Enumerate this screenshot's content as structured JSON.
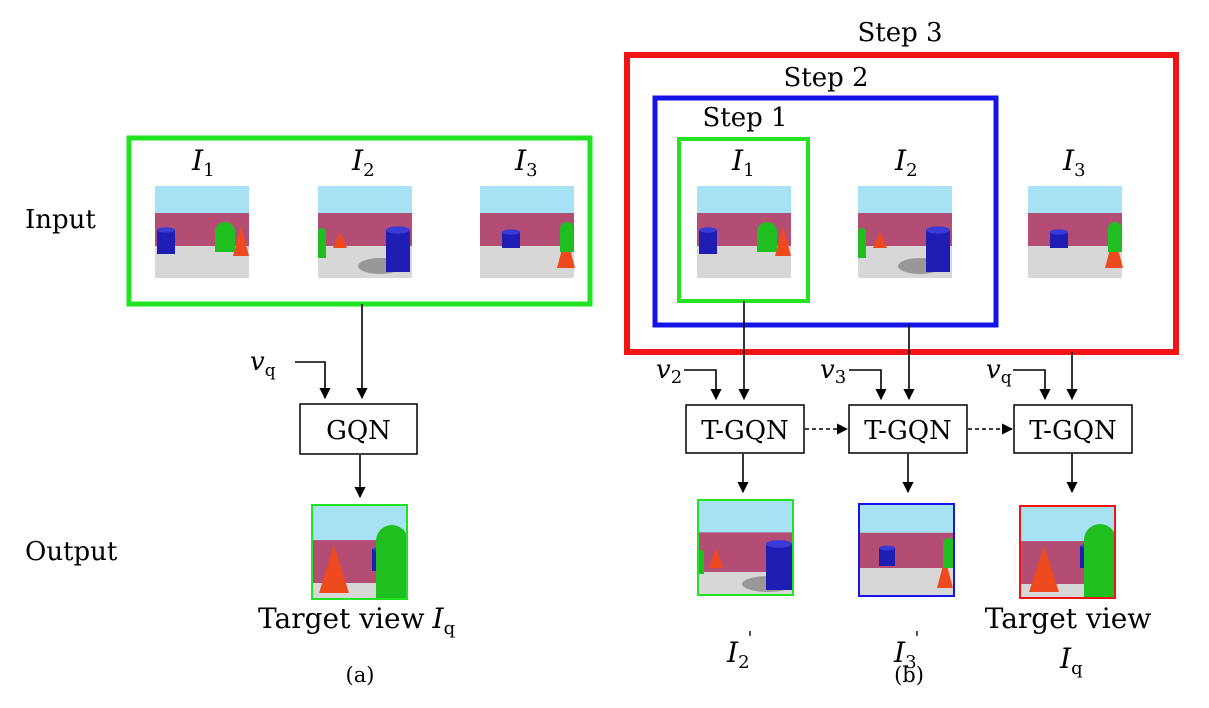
{
  "row_labels": {
    "input": "Input",
    "output": "Output"
  },
  "panel_a": {
    "inputs": [
      {
        "symbol": "I",
        "sub": "1"
      },
      {
        "symbol": "I",
        "sub": "2"
      },
      {
        "symbol": "I",
        "sub": "3"
      }
    ],
    "query": {
      "symbol": "v",
      "sub": "q"
    },
    "model": "GQN",
    "target_prefix": "Target view",
    "target_symbol": "I",
    "target_sub": "q",
    "caption": "(a)",
    "group_color": "#22e322"
  },
  "panel_b": {
    "steps": [
      {
        "label": "Step 1",
        "color": "#22e322"
      },
      {
        "label": "Step 2",
        "color": "#1414e6"
      },
      {
        "label": "Step 3",
        "color": "#f01414"
      }
    ],
    "inputs": [
      {
        "symbol": "I",
        "sub": "1"
      },
      {
        "symbol": "I",
        "sub": "2"
      },
      {
        "symbol": "I",
        "sub": "3"
      }
    ],
    "model": "T-GQN",
    "queries": [
      {
        "symbol": "v",
        "sub": "2"
      },
      {
        "symbol": "v",
        "sub": "3"
      },
      {
        "symbol": "v",
        "sub": "q"
      }
    ],
    "outputs": [
      {
        "symbol": "I",
        "sub": "2",
        "sup": "'"
      },
      {
        "symbol": "I",
        "sub": "3",
        "sup": "'"
      }
    ],
    "target_line1": "Target view",
    "target_symbol": "I",
    "target_sub": "q",
    "caption": "(b)"
  },
  "scene_colors": {
    "sky": "#a6e2f4",
    "wall": "#b34d74",
    "floor": "#d7d7d7",
    "blue": "#1e1eb4",
    "green": "#20bf20",
    "red": "#ef4a1e"
  }
}
